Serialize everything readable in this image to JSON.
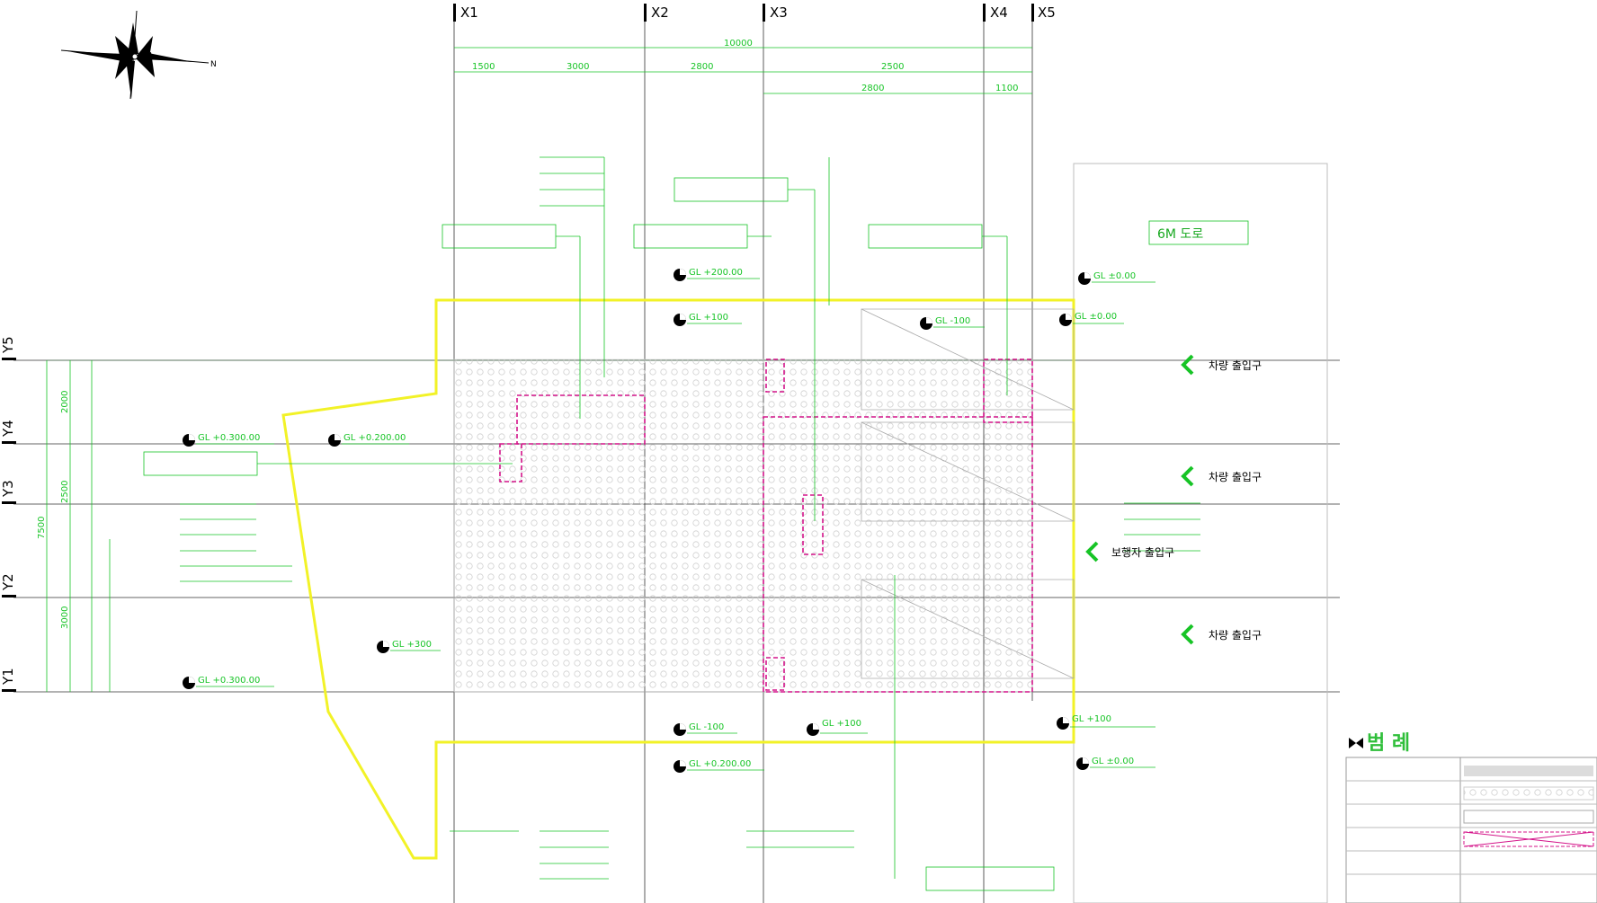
{
  "compass": {
    "north_label": "N",
    "icon": "north-arrow-icon"
  },
  "grid": {
    "x_labels": [
      "X1",
      "X2",
      "X3",
      "X4",
      "X5"
    ],
    "y_labels": [
      "Y1",
      "Y2",
      "Y3",
      "Y4",
      "Y5"
    ]
  },
  "dimensions": {
    "overall_x": "10000",
    "segments_x": [
      "1500",
      "3000",
      "2800",
      "2500"
    ],
    "segments_x_lower": [
      "2800",
      "1100"
    ],
    "overall_y": "7500",
    "segments_y": [
      "2000",
      "2500",
      "3000"
    ]
  },
  "levels": {
    "level_1": "GL +200.00",
    "level_2": "GL +100",
    "level_3": "GL -100",
    "level_4": "GL ±0.00",
    "level_5": "GL ±0.00",
    "level_6": "GL +0.300.00",
    "level_7": "GL +0.200.00",
    "level_8": "GL +0.300.00",
    "level_9": "GL +0.200.00",
    "level_10": "GL -100",
    "level_11": "GL +100",
    "level_12": "GL +100",
    "level_13": "GL +300",
    "level_14": "GL ±0.00"
  },
  "labels": {
    "road": "6M 도로",
    "entrance_1": "차량 출입구",
    "entrance_2": "차량 출입구",
    "entrance_3": "차량 출입구",
    "ped_entrance": "보행자 출입구",
    "legend_title": "범  례"
  },
  "colors": {
    "boundary": "#f2f227",
    "dimension": "#17c426",
    "grid": "#222222",
    "hatch": "#c9c9c9",
    "dashed_area": "#d4148a",
    "entrance_arrow": "#17c426"
  }
}
